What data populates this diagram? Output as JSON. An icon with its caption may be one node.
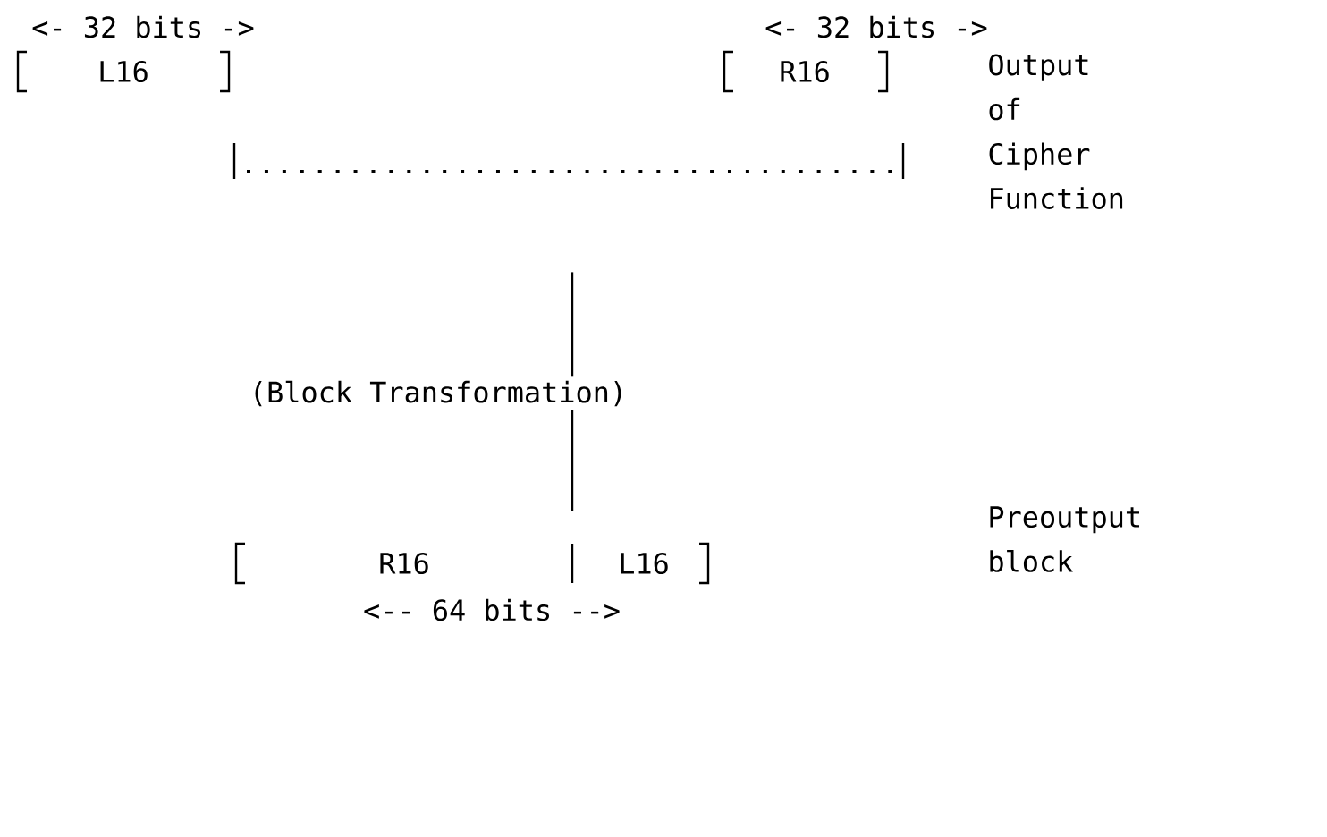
{
  "diagram": {
    "nodes": [
      {
        "text": [
          "L16"
        ]
      },
      {
        "text": [
          "R16"
        ]
      },
      {
        "text": [],
        "shape": "bar"
      },
      {
        "text": [
          "(Block Transformation)"
        ]
      },
      {
        "text": [
          "R16",
          "L16"
        ]
      }
    ],
    "edges": [
      {
        "from": 2,
        "to": 3,
        "arrow": "none"
      },
      {
        "from": 3,
        "to": 4,
        "arrow": "none"
      }
    ],
    "labels": [
      "<- 32 bits ->",
      "<- 32 bits ->",
      "Output of Cipher Function",
      "Preoutput block",
      "<-- 64 bits -->"
    ]
  }
}
